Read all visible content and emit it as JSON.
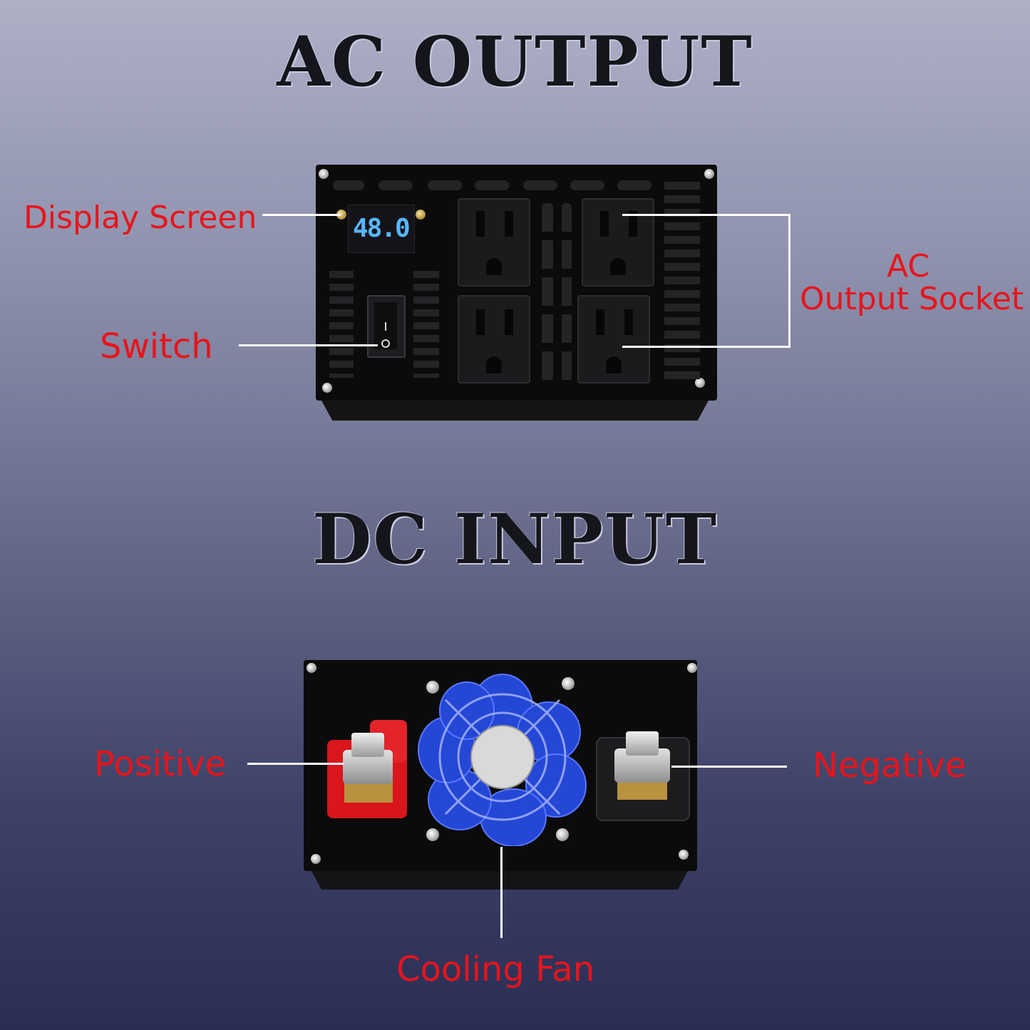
{
  "titles": {
    "ac": "AC OUTPUT",
    "dc": "DC INPUT"
  },
  "display": {
    "reading": "48.0"
  },
  "labels": {
    "display_screen": "Display Screen",
    "switch": "Switch",
    "ac_socket_line1": "AC",
    "ac_socket_line2": "Output Socket",
    "positive": "Positive",
    "negative": "Negative",
    "cooling_fan": "Cooling Fan"
  },
  "colors": {
    "label": "#e8141b",
    "display_digits": "#59b6ff",
    "fan_blades": "#2547d6",
    "positive_terminal": "#d8161c"
  },
  "icons": [
    "screw-icon",
    "power-switch-icon",
    "fan-icon",
    "terminal-bolt-icon"
  ]
}
